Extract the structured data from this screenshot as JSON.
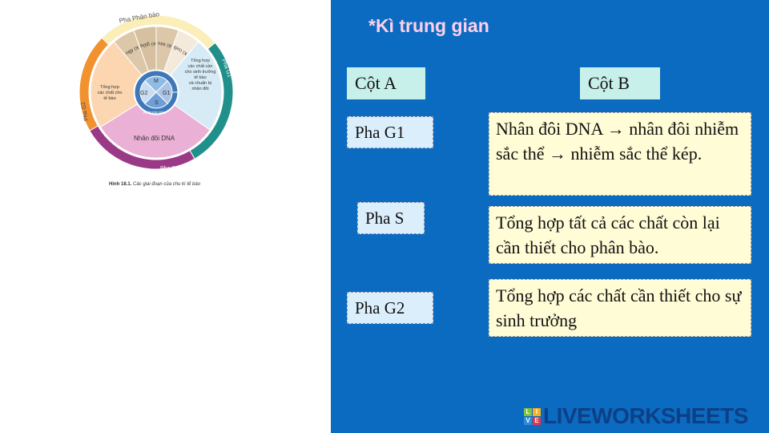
{
  "diagram": {
    "ring_top": "Pha Phân bào",
    "ring_g1": "Pha G1",
    "ring_s": "Pha S",
    "ring_g2": "Pha G2",
    "mitosis": [
      "Kì đầu",
      "Kì giữa",
      "Kì sau",
      "Kì cuối"
    ],
    "g1_text": [
      "Tổng hợp",
      "các chất cần",
      "cho sinh trưởng",
      "tế bào",
      "và chuẩn bị",
      "nhân đôi"
    ],
    "s_text": "Nhân đôi DNA",
    "g2_text": [
      "Tổng hợp",
      "các chất cho",
      "tế bào"
    ],
    "center": {
      "m": "M",
      "g1": "G1",
      "s": "S",
      "g2": "G2",
      "interphase": "Kì trung gian"
    },
    "caption_bold": "Hình 18.1.",
    "caption_text": " Các giai đoạn của chu kì tế bào"
  },
  "title": "*Kì trung gian",
  "col_a": "Cột A",
  "col_b": "Cột B",
  "labels": [
    "Pha G1",
    "Pha S",
    "Pha G2"
  ],
  "answers": [
    "Nhân đôi DNA → nhân đôi nhiễm sắc thể → nhiễm sắc thể kép.",
    "Tổng hợp tất cả các chất còn lại cần thiết cho phân bào.",
    "Tổng hợp các chất cần thiết cho sự sinh trưởng"
  ],
  "logo": {
    "tiles": [
      "L",
      "I",
      "V",
      "E"
    ],
    "text": "LIVEWORKSHEETS"
  }
}
